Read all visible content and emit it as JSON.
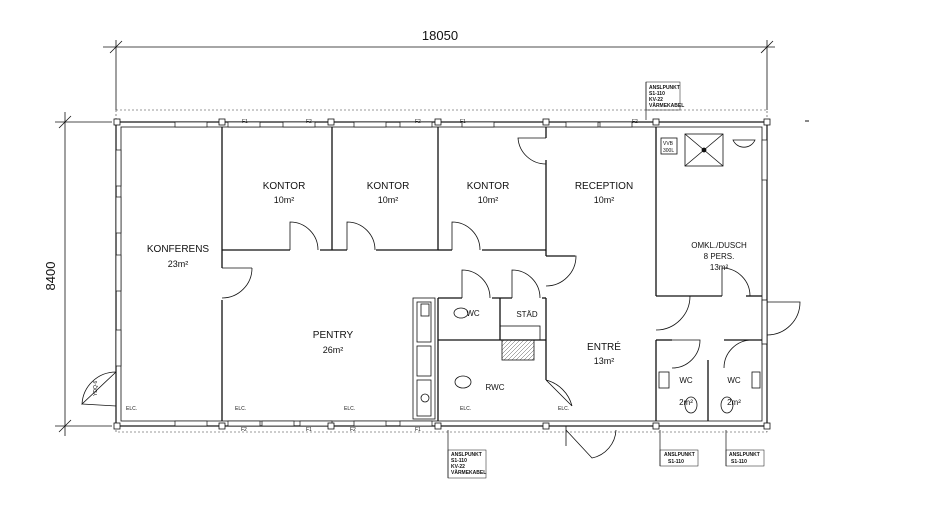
{
  "dimensions": {
    "width": "18050",
    "height": "8400"
  },
  "rooms": {
    "konferens": {
      "name": "KONFERENS",
      "area": "23m²"
    },
    "kontor1": {
      "name": "KONTOR",
      "area": "10m²"
    },
    "kontor2": {
      "name": "KONTOR",
      "area": "10m²"
    },
    "kontor3": {
      "name": "KONTOR",
      "area": "10m²"
    },
    "reception": {
      "name": "RECEPTION",
      "area": "10m²"
    },
    "omkl": {
      "name": "OMKL./DUSCH",
      "sub": "8 PERS.",
      "area": "13m²"
    },
    "pentry": {
      "name": "PENTRY",
      "area": "26m²"
    },
    "wc1": {
      "name": "WC"
    },
    "stad": {
      "name": "STÄD"
    },
    "rwc": {
      "name": "RWC"
    },
    "entre": {
      "name": "ENTRÉ",
      "area": "13m²"
    },
    "wc2": {
      "name": "WC",
      "area": "2m²"
    },
    "wc3": {
      "name": "WC",
      "area": "2m²"
    }
  },
  "annotations": {
    "top": [
      "ANSLPUNKT",
      "S1-110",
      "KV-22",
      "VÄRMEKABEL"
    ],
    "bottom_left": [
      "ANSLPUNKT",
      "S1-110",
      "KV-22",
      "VÄRMEKABEL"
    ],
    "bottom_mid": [
      "ANSLPUNKT",
      "S1-110"
    ],
    "bottom_right": [
      "ANSLPUNKT",
      "S1-110"
    ]
  },
  "elc_label": "ELC.",
  "vvb": {
    "line1": "VVB",
    "line2": "300L"
  },
  "vent": "YDQ·6",
  "window_marks": {
    "f1": "F1",
    "f2": "F2"
  }
}
